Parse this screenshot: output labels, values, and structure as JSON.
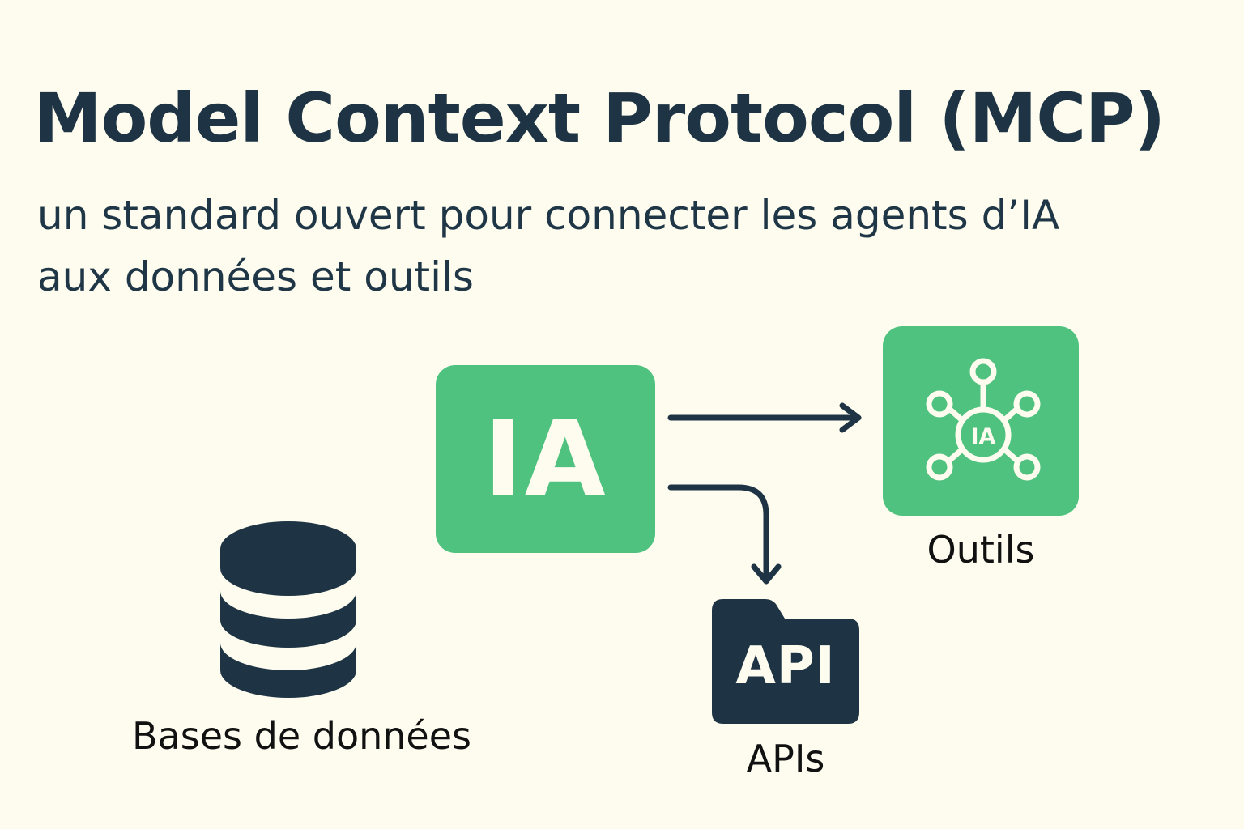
{
  "title": "Model Context Protocol (MCP)",
  "subtitle": {
    "line1": "un standard ouvert pour connecter les agents d’IA",
    "line2": "aux données et outils"
  },
  "nodes": {
    "ia": {
      "label": "IA"
    },
    "outils": {
      "icon_text": "IA",
      "label": "Outils",
      "icon": "network-hub-icon"
    },
    "apis": {
      "icon_text": "API",
      "label": "APIs",
      "icon": "folder-icon"
    },
    "databases": {
      "label": "Bases de données",
      "icon": "database-icon"
    }
  },
  "colors": {
    "background": "#fdfcef",
    "green": "#50c27f",
    "navy": "#1e3444"
  }
}
